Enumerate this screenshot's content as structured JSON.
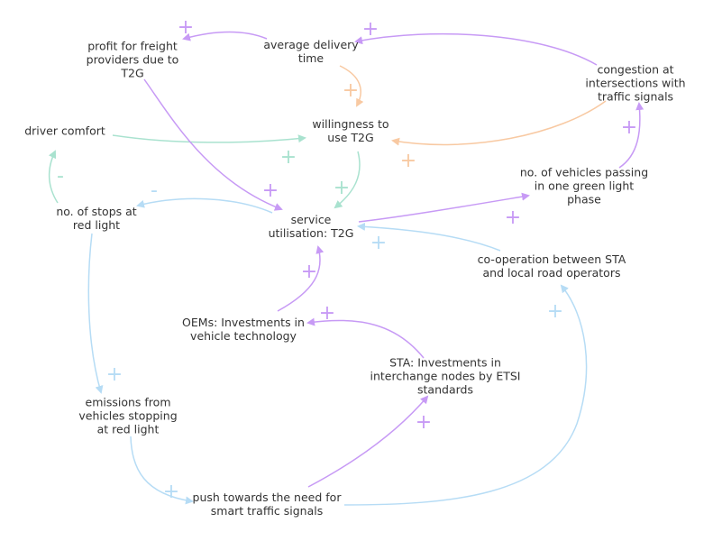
{
  "colors": {
    "purple": "#c79af5",
    "orange": "#f8c9a2",
    "green": "#a9e2cf",
    "blue": "#b6dcf5"
  },
  "nodes": {
    "profit_freight": "profit for freight\nproviders due to\nT2G",
    "avg_delivery_time": "average delivery\ntime",
    "congestion": "congestion at\nintersections with\ntraffic signals",
    "driver_comfort": "driver comfort",
    "willingness": "willingness to\nuse T2G",
    "vehicles_green": "no. of vehicles passing\nin one green light\nphase",
    "stops_red": "no. of stops at\nred light",
    "service_util": "service\nutilisation: T2G",
    "cooperation": "co-operation between STA\nand local road operators",
    "oems": "OEMs: Investments in\nvehicle technology",
    "sta_invest": "STA: Investments in\ninterchange nodes by ETSI\nstandards",
    "emissions": "emissions from\nvehicles stopping\nat red light",
    "push_signals": "push towards the need for\nsmart traffic signals"
  },
  "links": [
    {
      "id": "avg-time-to-profit",
      "polarity": "+",
      "color": "purple"
    },
    {
      "id": "congestion-to-avg-time",
      "polarity": "+",
      "color": "purple"
    },
    {
      "id": "avg-time-to-willingness",
      "polarity": "+",
      "color": "orange"
    },
    {
      "id": "congestion-to-willingness",
      "polarity": "+",
      "color": "orange"
    },
    {
      "id": "comfort-to-willingness",
      "polarity": "+",
      "color": "green"
    },
    {
      "id": "willingness-to-service",
      "polarity": "+",
      "color": "green"
    },
    {
      "id": "stops-to-comfort",
      "polarity": "-",
      "color": "green"
    },
    {
      "id": "service-to-stops",
      "polarity": "-",
      "color": "blue"
    },
    {
      "id": "profit-to-service",
      "polarity": "+",
      "color": "purple"
    },
    {
      "id": "service-to-vehicles",
      "polarity": "+",
      "color": "purple"
    },
    {
      "id": "vehicles-to-congestion",
      "polarity": "+",
      "color": "purple"
    },
    {
      "id": "cooperation-to-service",
      "polarity": "+",
      "color": "blue"
    },
    {
      "id": "oems-to-service",
      "polarity": "+",
      "color": "purple"
    },
    {
      "id": "sta-to-oems",
      "polarity": "+",
      "color": "purple"
    },
    {
      "id": "stops-to-emissions",
      "polarity": "+",
      "color": "blue"
    },
    {
      "id": "emissions-to-push",
      "polarity": "+",
      "color": "blue"
    },
    {
      "id": "push-to-sta",
      "polarity": "+",
      "color": "purple"
    },
    {
      "id": "push-to-cooperation",
      "polarity": "+",
      "color": "blue"
    }
  ]
}
